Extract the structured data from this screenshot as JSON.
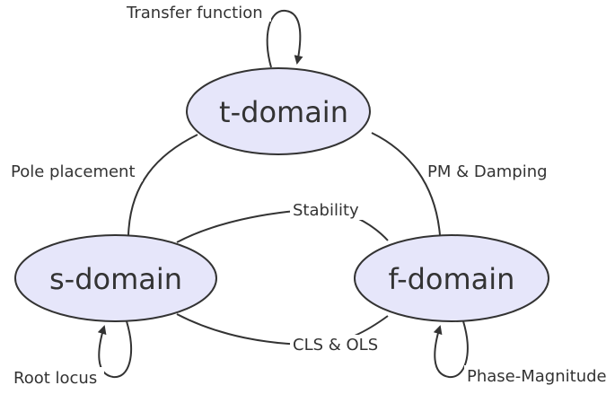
{
  "colors": {
    "node_fill": "#e6e6fa",
    "stroke": "#333333",
    "label_bg": "#ffffff",
    "text": "#333333"
  },
  "nodes": {
    "t_domain": "t-domain",
    "s_domain": "s-domain",
    "f_domain": "f-domain"
  },
  "edges": {
    "transfer_function": "Transfer function",
    "pole_placement": "Pole placement",
    "pm_damping": "PM & Damping",
    "stability": "Stability",
    "cls_ols": "CLS & OLS",
    "root_locus": "Root locus",
    "phase_magnitude": "Phase-Magnitude"
  }
}
